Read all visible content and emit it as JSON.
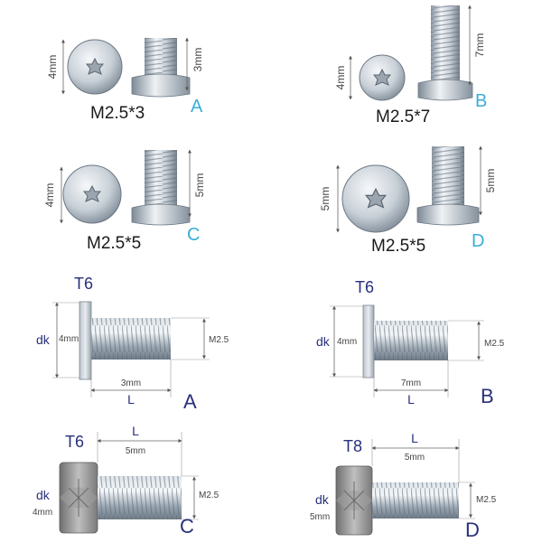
{
  "colors": {
    "navy": "#27307a",
    "teal": "#3aaed4",
    "metal_light": "#e8ecf0",
    "metal_dark": "#8a96a2"
  },
  "photos": [
    {
      "size_label": "M2.5*3",
      "letter": "A",
      "head_dim": "4mm",
      "length_dim": "3mm"
    },
    {
      "size_label": "M2.5*7",
      "letter": "B",
      "head_dim": "4mm",
      "length_dim": "7mm"
    },
    {
      "size_label": "M2.5*5",
      "letter": "C",
      "head_dim": "4mm",
      "length_dim": "5mm"
    },
    {
      "size_label": "M2.5*5",
      "letter": "D",
      "head_dim": "5mm",
      "length_dim": "5mm"
    }
  ],
  "drawings": [
    {
      "driver": "T6",
      "head_label": "dk",
      "head_value": "4mm",
      "length_label": "L",
      "length_value": "3mm",
      "thread": "M2.5",
      "letter": "A"
    },
    {
      "driver": "T6",
      "head_label": "dk",
      "head_value": "4mm",
      "length_label": "L",
      "length_value": "7mm",
      "thread": "M2.5",
      "letter": "B"
    },
    {
      "driver": "T6",
      "head_label": "dk",
      "head_value": "4mm",
      "length_label": "L",
      "length_value": "5mm",
      "thread": "M2.5",
      "letter": "C"
    },
    {
      "driver": "T8",
      "head_label": "dk",
      "head_value": "5mm",
      "length_label": "L",
      "length_value": "5mm",
      "thread": "M2.5",
      "letter": "D"
    }
  ]
}
